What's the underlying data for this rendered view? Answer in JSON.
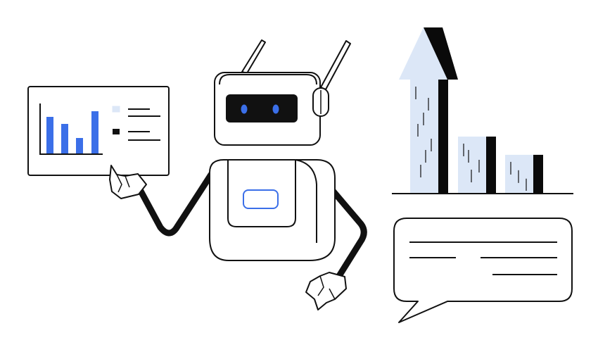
{
  "illustration": {
    "subject": "robot-presenting-analytics",
    "colors": {
      "ink": "#111111",
      "paper": "#ffffff",
      "accent_blue": "#3b6fe8",
      "light_blue": "#dce7f7",
      "bar_shadow": "#0a0a0a"
    },
    "icons": [
      "robot-icon",
      "chart-board-icon",
      "growth-arrow-icon",
      "bar-chart-icon",
      "speech-bubble-icon"
    ],
    "board_chart": {
      "bar_values": [
        0.52,
        0.42,
        0.22,
        0.6
      ]
    },
    "growth_chart": {
      "bar_values": [
        1.0,
        0.5,
        0.34
      ]
    }
  }
}
